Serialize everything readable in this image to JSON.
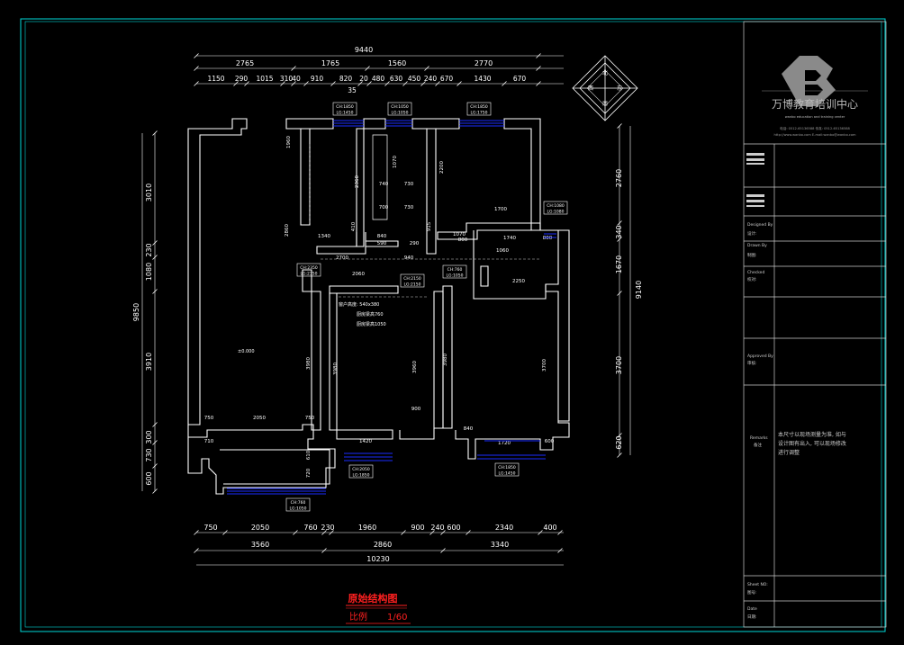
{
  "title_block": {
    "company_name": "万博教育培训中心",
    "company_name_en": "wanbo education and training center",
    "contact_line1": "电话: 0512-65136588    传真: 0512-65136588",
    "contact_line2": "http://www.wanbo.com   E-mail:wanbo@wanbo.com",
    "designed_by_label": "Designed By",
    "designed_by_cn": "设计:",
    "drawn_by_label": "Drawn By",
    "drawn_by_cn": "制图:",
    "checked_label": "Checked",
    "checked_cn": "校对:",
    "approved_label": "Approved By",
    "approved_cn": "审核:",
    "remarks_label": "Remarks",
    "remarks_cn": "备注",
    "remarks_text": [
      "本尺寸以现场测量为准, 如与",
      "设计图有出入, 可以现场修改",
      "进行调整"
    ],
    "sheet_no_label": "Sheet NO:",
    "sheet_no_cn": "图号:",
    "date_label": "Date",
    "date_cn": "日期:"
  },
  "drawing": {
    "title": "原始结构图",
    "scale_label": "比例",
    "scale_value": "1/60",
    "note_lines": [
      "窗户高度: 540x380",
      "厨房梁高760",
      "厨房梁高1050"
    ],
    "level_mark": "±0.000",
    "compass_labels": [
      "北",
      "东",
      "南",
      "西"
    ],
    "window_tags": [
      "CH:1850",
      "LG:1450",
      "CH:1050",
      "LG:1050",
      "CH:1850",
      "LG:1750",
      "CH:1080",
      "LG:1080",
      "CH:2350",
      "LG:2350",
      "CH:2150",
      "LG:2150",
      "CH:760",
      "LG:1050",
      "CH:2050",
      "LG:1850",
      "CH:760",
      "LG:1050"
    ]
  },
  "dimensions": {
    "top_total": "9440",
    "top_row2": [
      "2765",
      "1765",
      "1560",
      "2770"
    ],
    "top_row3": [
      "1150",
      "290",
      "1015",
      "310",
      "40",
      "910",
      "820",
      "20",
      "480",
      "630",
      "450",
      "240",
      "670",
      "1430",
      "670"
    ],
    "top_small": "35",
    "bottom_row1": [
      "750",
      "2050",
      "760",
      "230",
      "1960",
      "900",
      "240",
      "600",
      "2340",
      "400"
    ],
    "bottom_row2": [
      "3560",
      "2860",
      "3340"
    ],
    "bottom_total": "10230",
    "left_outer": "9850",
    "left_segments": [
      "3010",
      "230",
      "1080",
      "3910",
      "300",
      "730",
      "600"
    ],
    "right_outer": "9140",
    "right_segments": [
      "2760",
      "340",
      "1670",
      "3700",
      "620"
    ],
    "interior": [
      "1960",
      "1070",
      "2200",
      "2360",
      "740",
      "730",
      "700",
      "730",
      "1700",
      "1340",
      "840",
      "915",
      "1070",
      "1060",
      "1740",
      "940",
      "2700",
      "2060",
      "2250",
      "800",
      "2860",
      "3980",
      "3980",
      "3700",
      "3960",
      "3980",
      "750",
      "2050",
      "750",
      "710",
      "1420",
      "1720",
      "900",
      "840",
      "600",
      "720",
      "610",
      "410",
      "590",
      "290",
      "800"
    ]
  },
  "colors": {
    "wall": "#ffffff",
    "dim": "#ffffff",
    "window": "#1a2cff",
    "frame": "#00d7d7",
    "title_text": "#ff2020"
  }
}
